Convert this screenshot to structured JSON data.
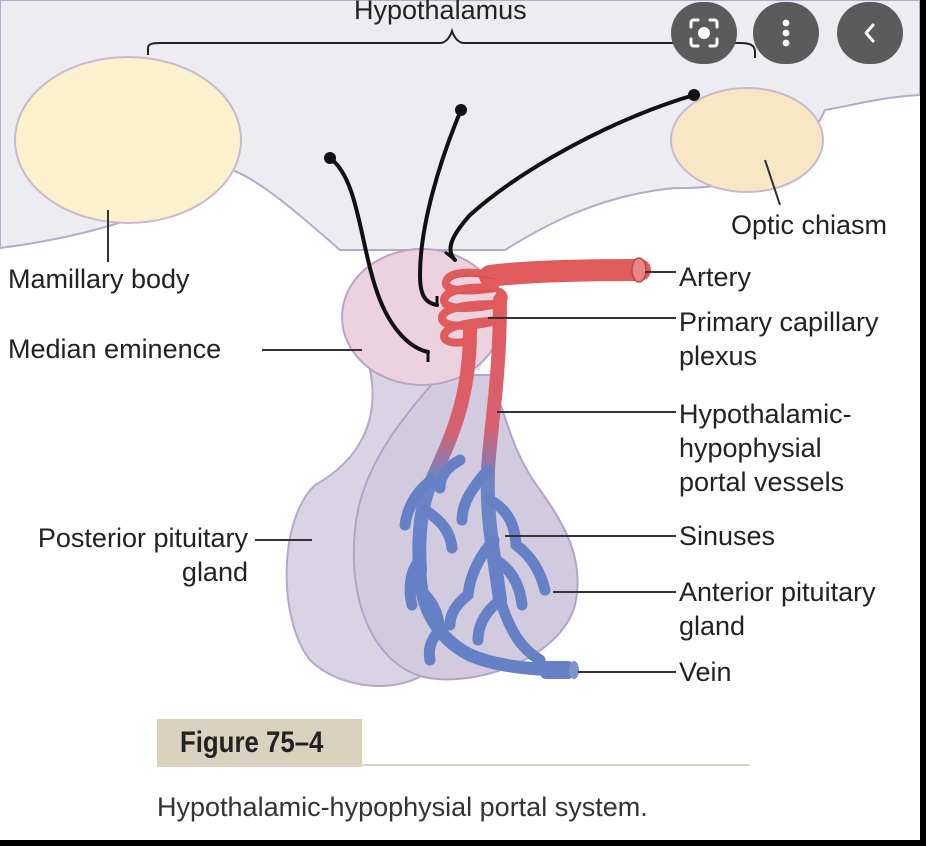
{
  "labels": {
    "hypothalamus": "Hypothalamus",
    "mamillary_body": "Mamillary body",
    "optic_chiasm": "Optic chiasm",
    "median_eminence": "Median eminence",
    "artery": "Artery",
    "primary_capillary_1": "Primary capillary",
    "primary_capillary_2": "plexus",
    "portal_1": "Hypothalamic-",
    "portal_2": "hypophysial",
    "portal_3": "portal vessels",
    "posterior_1": "Posterior pituitary",
    "posterior_2": "gland",
    "sinuses": "Sinuses",
    "anterior_1": "Anterior pituitary",
    "anterior_2": "gland",
    "vein": "Vein"
  },
  "figure": {
    "title": "Figure 75–4",
    "caption": "Hypothalamic-hypophysial portal system."
  },
  "controls": {
    "lens_icon": "lens-icon",
    "more_icon": "more-vert-icon",
    "back_icon": "chevron-left-icon"
  },
  "colors": {
    "artery": "#e05b5b",
    "vein": "#6680c6",
    "gland": "#d8d2e2",
    "eminence": "#ecd0dc",
    "body": "#fbf1cd"
  }
}
